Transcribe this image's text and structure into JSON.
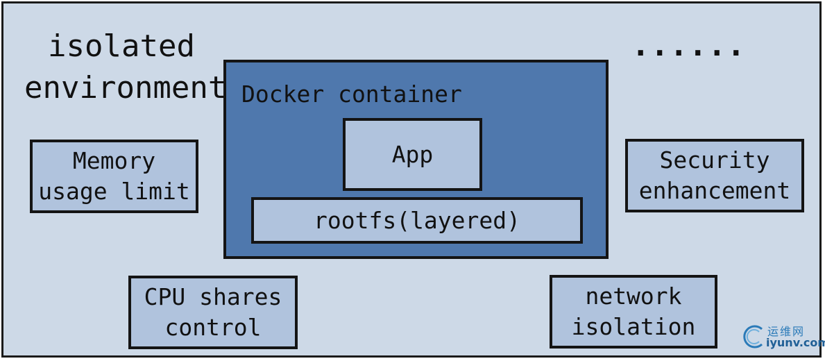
{
  "title_lines": [
    "isolated",
    "environment"
  ],
  "ellipsis": "......",
  "docker": {
    "label": "Docker container",
    "app": "App",
    "rootfs": "rootfs(layered)"
  },
  "features": {
    "memory": [
      "Memory",
      "usage limit"
    ],
    "security": [
      "Security",
      "enhancement"
    ],
    "cpu": [
      "CPU shares",
      "control"
    ],
    "network": [
      "network",
      "isolation"
    ]
  },
  "watermark": {
    "cn": "运维网",
    "en": "iyunv.com"
  },
  "colors": {
    "background": "#cdd9e7",
    "box_fill": "#b0c3dd",
    "docker_fill": "#4f78ad",
    "border": "#141414"
  }
}
